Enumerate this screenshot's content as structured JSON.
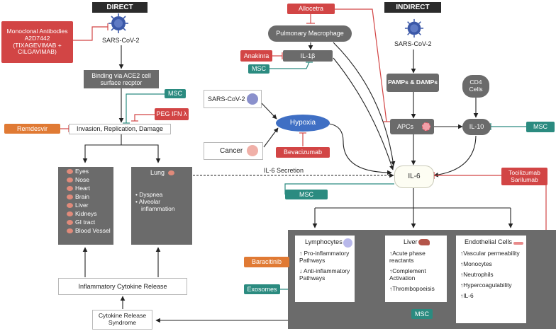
{
  "headers": {
    "direct": "DIRECT",
    "indirect": "INDIRECT"
  },
  "direct": {
    "monoclonal": "Monoclonal Antibodies A2D7442 (TIXAGEVIMAB + CILGAVIMAB)",
    "virus": "SARS-CoV-2",
    "binding": "Binding via ACE2 cell surface recptor",
    "msc": "MSC",
    "peg_ifn": "PEG IFN λ",
    "remdesvir": "Remdesvir",
    "invasion": "Invasion, Replication, Damage",
    "organs": [
      "Eyes",
      "Nose",
      "Heart",
      "Brain",
      "Liver",
      "Kidneys",
      "GI tract",
      "Blood Vessel"
    ],
    "lung": {
      "title": "Lung",
      "items": [
        "Dyspnea",
        "Alveolar inflammation"
      ]
    },
    "inflammatory": "Inflammatory Cytokine Release",
    "crs": "Cytokine Release Syndrome"
  },
  "middle": {
    "virus": "SARS-CoV-2",
    "cancer": "Cancer",
    "hypoxia": "Hypoxia",
    "bevacizumab": "Bevacizumab",
    "il6_secretion": "IL-6 Secretion",
    "msc": "MSC"
  },
  "indirect": {
    "allocetra": "Allocetra",
    "pulmonary": "Pulmonary Macrophage",
    "anakinra": "Anakinra",
    "il1b": "IL-1β",
    "msc_il1b": "MSC",
    "virus": "SARS-CoV-2",
    "pamps": "PAMPs & DAMPs",
    "cd4": "CD4 Cells",
    "apcs": "APCs",
    "il10": "IL-10",
    "msc_il10": "MSC",
    "il6": "IL-6",
    "tocilizumab": "Tocilizumab Sarilumab"
  },
  "effects": {
    "lymphocytes": {
      "title": "Lymphocytes",
      "items": [
        "↑ Pro-inflammatory Pathways",
        "↓ Anti-inflammatory Pathways"
      ]
    },
    "liver": {
      "title": "Liver",
      "items": [
        "↑Acute phase reactants",
        "↑Complement Activation",
        "↑Thrombopoeisis"
      ]
    },
    "endothelial": {
      "title": "Endothelial Cells",
      "items": [
        "↑Vascular permeability",
        "↑Monocytes",
        "↑Neutrophils",
        "↑Hypercoagulability"
      ],
      "il6_item": "↑IL-6"
    },
    "baracitinib": "Baracitinib",
    "exosomes": "Exosomes",
    "msc": "MSC"
  },
  "colors": {
    "red": "#d24545",
    "teal": "#2b8b80",
    "orange": "#e07a34",
    "gray": "#6b6b6b",
    "dark": "#2b2b2b",
    "hypoxia": "#3f6fc4"
  }
}
